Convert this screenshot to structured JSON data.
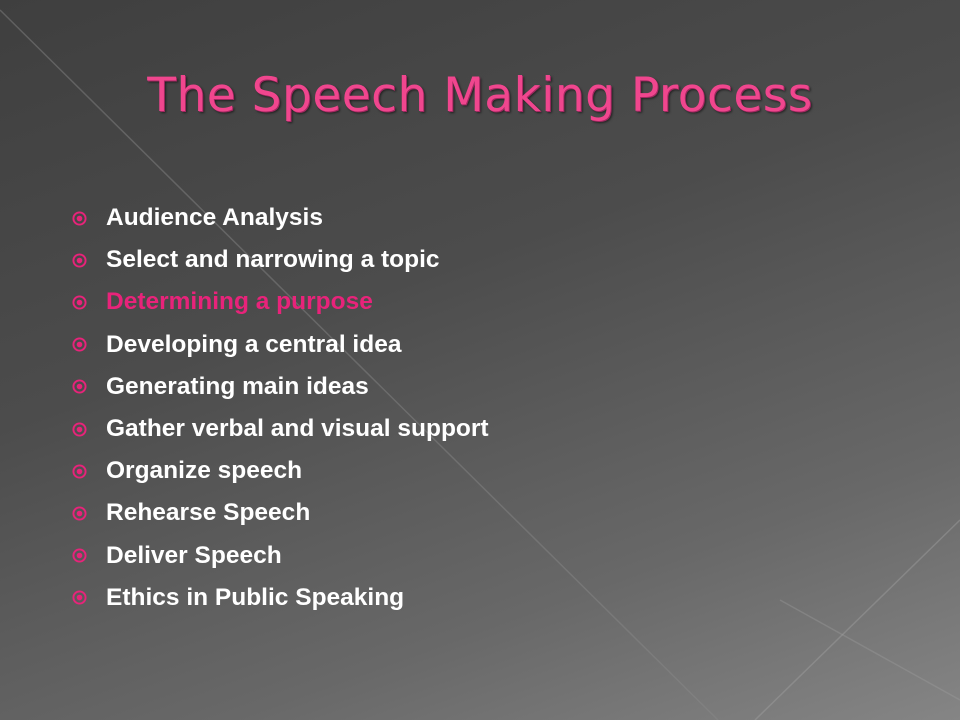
{
  "slide": {
    "title": "The Speech Making Process",
    "bullets": [
      {
        "text": "Audience Analysis",
        "highlight": false
      },
      {
        "text": "Select and narrowing a topic",
        "highlight": false
      },
      {
        "text": "Determining a purpose",
        "highlight": true
      },
      {
        "text": "Developing a central idea",
        "highlight": false
      },
      {
        "text": "Generating main ideas",
        "highlight": false
      },
      {
        "text": "Gather verbal and visual support",
        "highlight": false
      },
      {
        "text": "Organize speech",
        "highlight": false
      },
      {
        "text": "Rehearse Speech",
        "highlight": false
      },
      {
        "text": "Deliver Speech",
        "highlight": false
      },
      {
        "text": "Ethics in Public Speaking",
        "highlight": false
      }
    ]
  },
  "icons": {
    "bullet": "circled-dot-bullet-icon"
  },
  "colors": {
    "title": "#f0468e",
    "text": "#ffffff",
    "highlight": "#e8237a",
    "bullet": "#e8237a"
  }
}
